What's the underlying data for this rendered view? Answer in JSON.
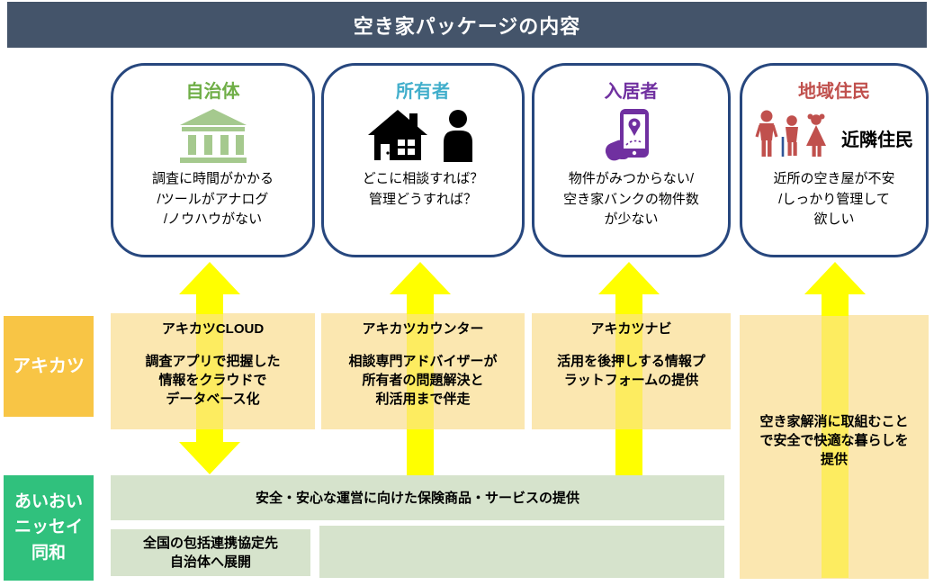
{
  "banner": {
    "title": "空き家パッケージの内容"
  },
  "stakeholders": [
    {
      "title": "自治体",
      "title_color": "#6FAE46",
      "icon": "bank-icon",
      "body": "調査に時間がかかる\n/ツールがアナログ\n/ノウハウがない"
    },
    {
      "title": "所有者",
      "title_color": "#41AECB",
      "icon": "house-and-owner-icon",
      "body": "どこに相談すれば？\n管理どうすれば？"
    },
    {
      "title": "入居者",
      "title_color": "#7030A0",
      "icon": "hand-phone-search-icon",
      "body": "物件がみつからない/\n空き家バンクの物件数\nが少ない"
    },
    {
      "title": "地域住民",
      "title_color": "#C0504D",
      "icon": "neighbors-icon",
      "icon_caption": "近隣住民",
      "body": "近所の空き屋が不安\n/しっかり管理して\n欲しい"
    }
  ],
  "akikatsu_row": {
    "label": "アキカツ",
    "services": [
      {
        "title": "アキカツCLOUD",
        "body": "調査アプリで把握した\n情報をクラウドで\nデータベース化"
      },
      {
        "title": "アキカツカウンター",
        "body": "相談専門アドバイザーが\n所有者の問題解決と\n利活用まで伴走"
      },
      {
        "title": "アキカツナビ",
        "body": "活用を後押しする情報プ\nラットフォームの提供"
      }
    ]
  },
  "resident_value_box": {
    "body": "空き家解消に取組むこと\nで安全で快適な暮らしを\n提供"
  },
  "insurer_row": {
    "label": "あいおい\nニッセイ\n同和",
    "insurance_band": "安全・安心な運営に向けた保険商品・サービスの提供",
    "expansion_box": "全国の包括連携協定先\n自治体へ展開"
  },
  "colors": {
    "banner_bg": "#44546A",
    "box_border": "#27477E",
    "arrow_yellow": "#FFFF00",
    "akikatsu_label_bg": "#F8C545",
    "cream_bg": "#FBE7B0",
    "insurer_label_bg": "#30C17D",
    "sage_bg": "#D6E3CC",
    "municipality_green": "#6FAE46",
    "owner_teal": "#41AECB",
    "tenant_purple": "#7030A0",
    "resident_red": "#C0504D"
  }
}
